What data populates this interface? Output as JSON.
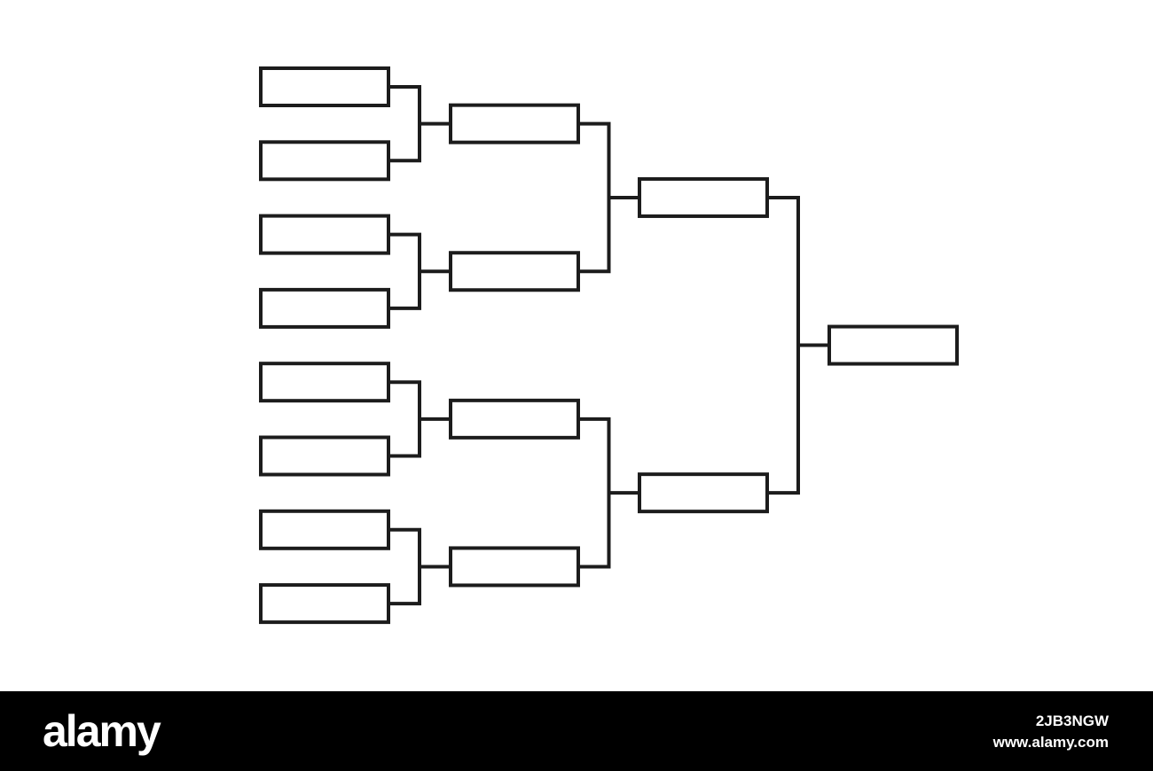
{
  "diagram": {
    "type": "single-elimination-bracket",
    "rounds": 4,
    "slots_per_round": [
      8,
      4,
      2,
      1
    ],
    "line_color": "#1c1c1c",
    "box_fill": "#ffffff"
  },
  "footer": {
    "logo": "alamy",
    "image_id": "2JB3NGW",
    "site": "www.alamy.com",
    "background": "#000000"
  }
}
